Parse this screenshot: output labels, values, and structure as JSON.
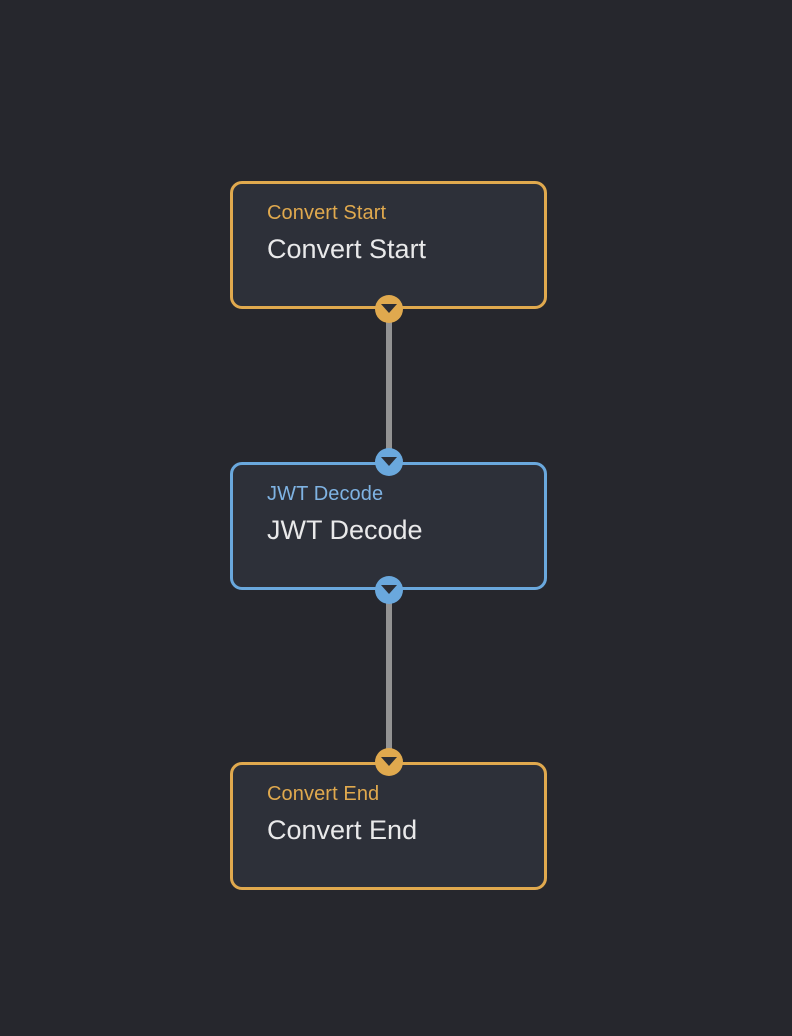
{
  "canvas": {
    "background": "#26272d",
    "edge_color": "#939393"
  },
  "palette": {
    "flow_accent": "#e0a94e",
    "task_accent": "#6aa8dd",
    "node_fill": "#2d3039",
    "title_text": "#e9e9ea"
  },
  "nodes": [
    {
      "id": "convert-start",
      "label": "Convert Start",
      "title": "Convert Start",
      "kind": "flow",
      "handles": [
        "bottom"
      ]
    },
    {
      "id": "jwt-decode",
      "label": "JWT Decode",
      "title": "JWT Decode",
      "kind": "task",
      "handles": [
        "top",
        "bottom"
      ]
    },
    {
      "id": "convert-end",
      "label": "Convert End",
      "title": "Convert End",
      "kind": "flow",
      "handles": [
        "top"
      ]
    }
  ],
  "edges": [
    {
      "id": "edge-start-to-jwt",
      "from": "convert-start",
      "to": "jwt-decode"
    },
    {
      "id": "edge-jwt-to-end",
      "from": "jwt-decode",
      "to": "convert-end"
    }
  ]
}
